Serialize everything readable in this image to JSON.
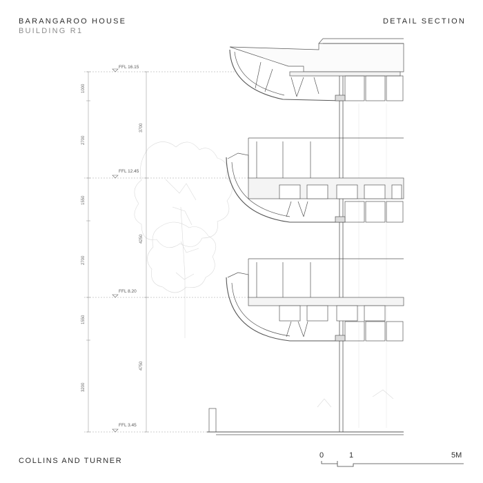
{
  "header": {
    "project": "BARANGAROO HOUSE",
    "building": "BUILDING R1",
    "drawing_type": "DETAIL SECTION"
  },
  "footer": {
    "firm": "COLLINS AND TURNER"
  },
  "scale_bar": {
    "labels": [
      "0",
      "1",
      "5M"
    ]
  },
  "levels": [
    {
      "label": "FFL 16.15"
    },
    {
      "label": "FFL 12.45"
    },
    {
      "label": "FFL 8.20"
    },
    {
      "label": "FFL 3.45"
    }
  ],
  "dimensions": {
    "outer": [
      "1000",
      "2700",
      "1550",
      "2700",
      "1550",
      "3200"
    ],
    "inner": [
      "3700",
      "4250",
      "4750"
    ]
  }
}
